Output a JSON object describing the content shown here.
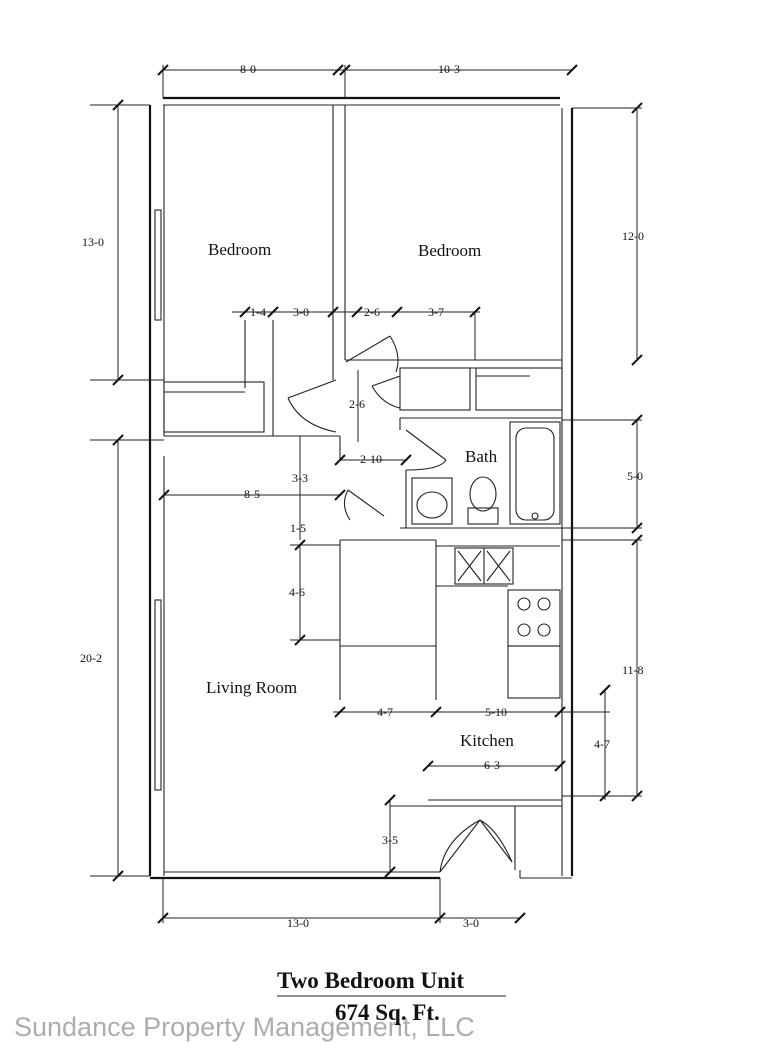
{
  "plan": {
    "title": "Two Bedroom Unit",
    "area": "674 Sq. Ft.",
    "watermark": "Sundance Property Management, LLC"
  },
  "rooms": {
    "bedroom_1": "Bedroom",
    "bedroom_2": "Bedroom",
    "bath": "Bath",
    "living_room": "Living Room",
    "kitchen": "Kitchen"
  },
  "dimensions": {
    "top_left_width": "8-0",
    "top_right_width": "10-3",
    "left_bedroom_height": "13-0",
    "right_bedroom_height": "12-0",
    "closet_a": "1-4",
    "closet_b": "3-0",
    "closet_c": "2-6",
    "closet_d": "3-7",
    "hall_vertical": "2-6",
    "hall_width": "2-10",
    "hall_left": "3-3",
    "living_upper_width": "8-5",
    "living_step": "1-5",
    "storage_height": "4-6",
    "bath_height": "5-0",
    "living_height": "20-2",
    "kitchen_height": "11-8",
    "storage_width": "4-7",
    "kitchen_width": "5-10",
    "kitchen_lower_height": "4-7",
    "kitchen_lower_width": "6-3",
    "entry_height": "3-5",
    "bottom_left_width": "13-0",
    "bottom_entry_width": "3-0"
  }
}
